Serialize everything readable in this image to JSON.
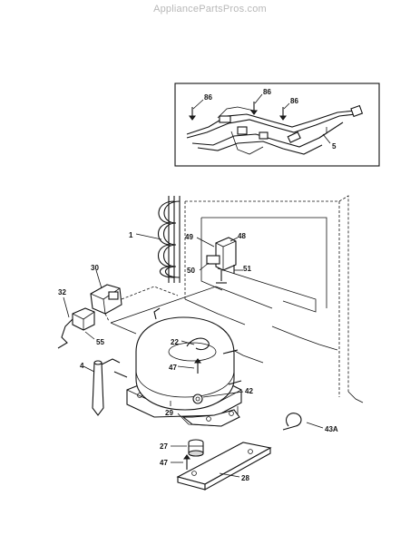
{
  "watermark": "AppliancePartsPros.com",
  "callouts": {
    "c86a": "86",
    "c86b": "86",
    "c86c": "86",
    "c5": "5",
    "c1": "1",
    "c49": "49",
    "c48": "48",
    "c50": "50",
    "c51": "51",
    "c30": "30",
    "c32": "32",
    "c55": "55",
    "c4": "4",
    "c22": "22",
    "c47a": "47",
    "c42": "42",
    "c29": "29",
    "c43a": "43A",
    "c27": "27",
    "c47b": "47",
    "c28": "28"
  }
}
